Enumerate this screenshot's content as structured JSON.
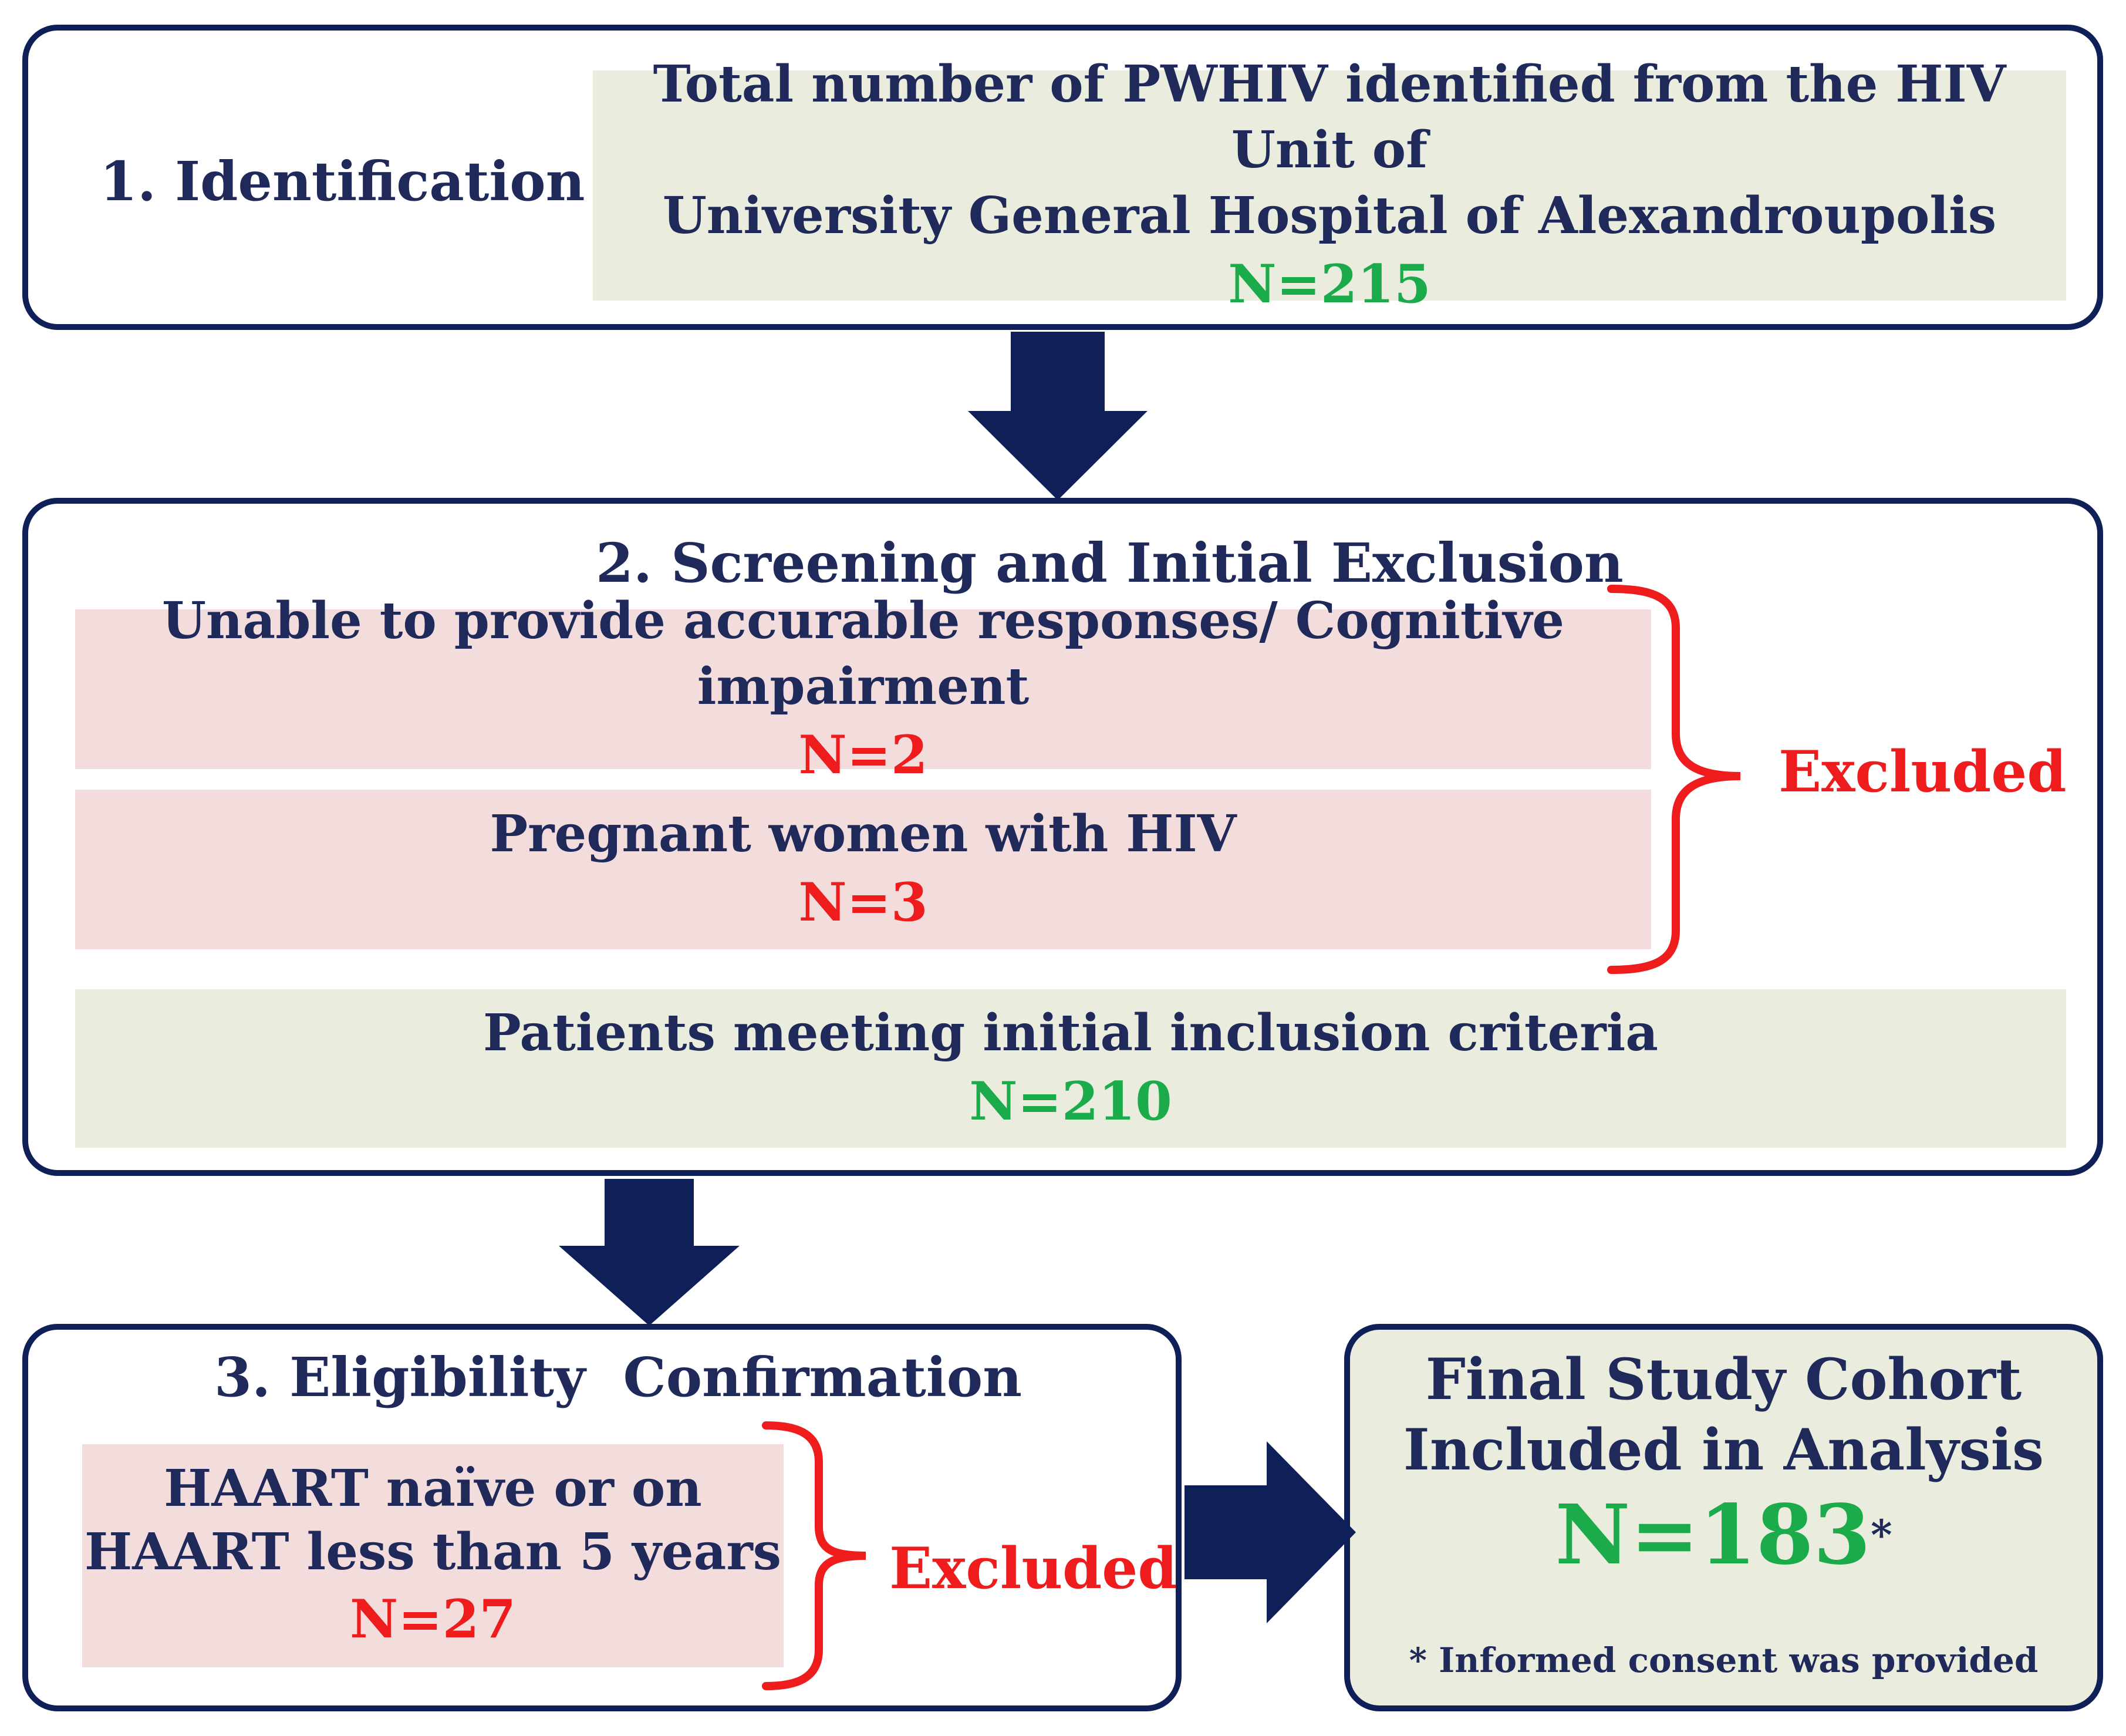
{
  "step1": {
    "label": "1. Identification",
    "box_line1": "Total number of PWHIV identified from the HIV Unit of",
    "box_line2": "University General Hospital of Alexandroupolis",
    "count": "N=215"
  },
  "step2": {
    "title": "2. Screening and Initial Exclusion",
    "exclusion1_label": "Unable to provide accurable responses/ Cognitive impairment",
    "exclusion1_count": "N=2",
    "exclusion2_label": "Pregnant women with HIV",
    "exclusion2_count": "N=3",
    "excluded_label": "Excluded",
    "included_label": "Patients meeting initial inclusion criteria",
    "included_count": "N=210"
  },
  "step3": {
    "title": "3. Eligibility  Confirmation",
    "exclusion_line1": "HAART naïve or on",
    "exclusion_line2": "HAART less than 5 years",
    "exclusion_count": "N=27",
    "excluded_label": "Excluded"
  },
  "final": {
    "title_line1": "Final Study Cohort",
    "title_line2": "Included in Analysis",
    "count": "N=183",
    "asterisk": "*",
    "footnote": "* Informed consent was provided"
  },
  "colors": {
    "navy": "#0f1f57",
    "text_navy": "#1f2a5a",
    "green": "#1bab4b",
    "red": "#ee1c1c",
    "green_bg": "#eaeddd",
    "pink_bg": "#f2dcdc"
  }
}
